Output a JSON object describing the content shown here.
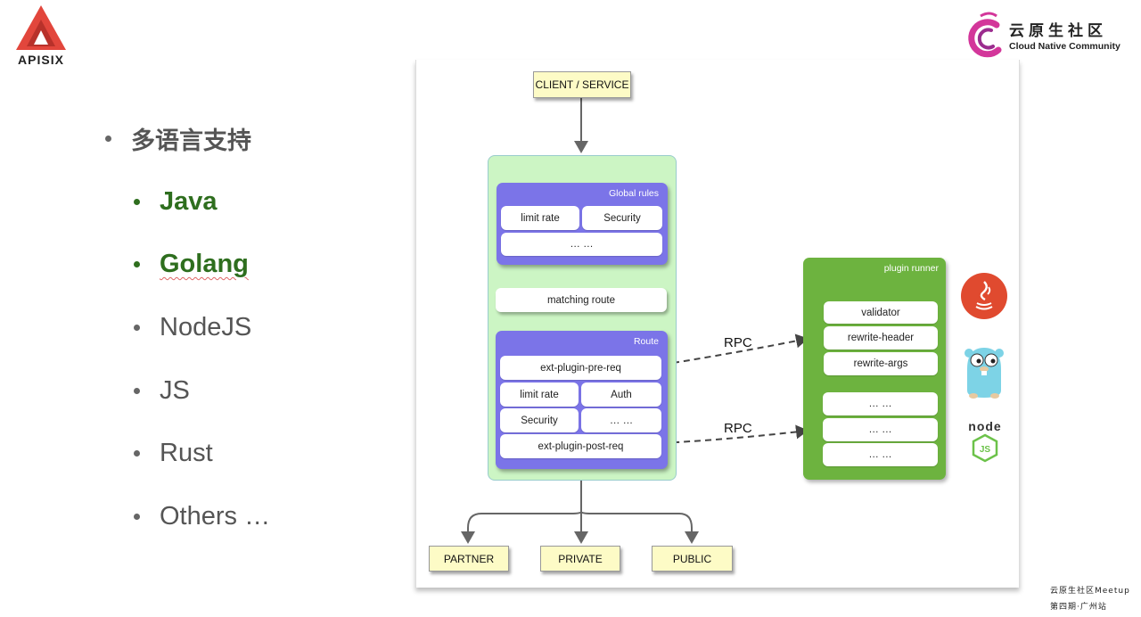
{
  "header": {
    "apisix_logo_text": "APISIX",
    "community_name_cn": "云原生社区",
    "community_name_en": "Cloud Native Community"
  },
  "bullets": {
    "title": "多语言支持",
    "items": [
      {
        "label": "Java",
        "highlight": true
      },
      {
        "label": "Golang",
        "highlight": true
      },
      {
        "label": "NodeJS",
        "highlight": false
      },
      {
        "label": "JS",
        "highlight": false
      },
      {
        "label": "Rust",
        "highlight": false
      },
      {
        "label": "Others …",
        "highlight": false
      }
    ]
  },
  "diagram": {
    "client": "CLIENT / SERVICE",
    "global_rules": {
      "title": "Global rules",
      "items": [
        "limit rate",
        "Security",
        "… …"
      ]
    },
    "matching_route": "matching route",
    "route": {
      "title": "Route",
      "pre": "ext-plugin-pre-req",
      "limit_rate": "limit rate",
      "auth": "Auth",
      "security": "Security",
      "more": "… …",
      "post": "ext-plugin-post-req"
    },
    "rpc_labels": [
      "RPC",
      "RPC"
    ],
    "plugin_runner": {
      "title": "plugin runner",
      "group1": [
        "validator",
        "rewrite-header",
        "rewrite-args"
      ],
      "group2": [
        "… …",
        "… …",
        "… …"
      ]
    },
    "outputs": [
      "PARTNER",
      "PRIVATE",
      "PUBLIC"
    ],
    "icons": [
      "java-icon",
      "gopher-icon",
      "nodejs-icon"
    ],
    "colors": {
      "route_purple": "#7b74e8",
      "main_green": "#ccf5c4",
      "runner_green": "#6db33f",
      "box_yellow": "#fdfbc6"
    }
  },
  "footer": {
    "line1": "云原生社区Meetup",
    "line2": "第四期·广州站"
  }
}
